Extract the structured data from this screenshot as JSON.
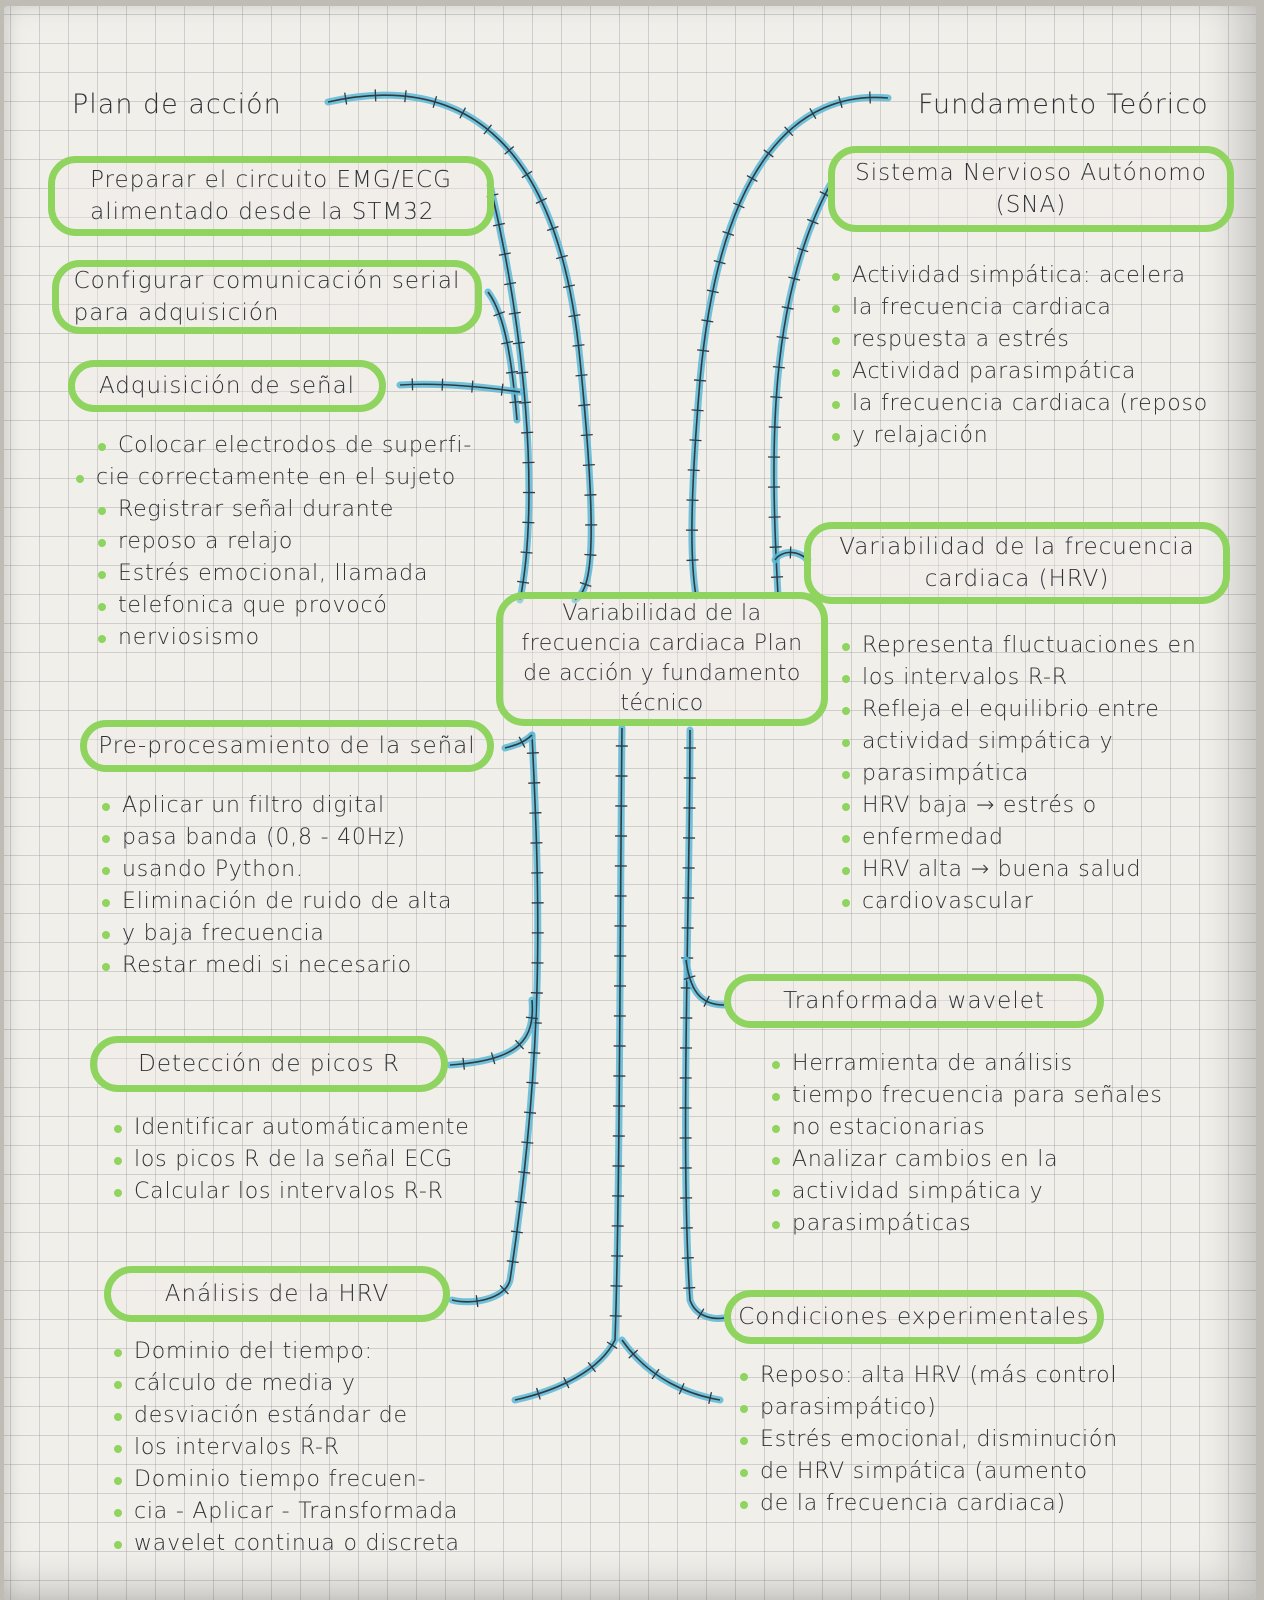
{
  "colors": {
    "node_outline": "#8fd45e",
    "branch_main": "#5bb8d6",
    "branch_ink": "#2f3a44",
    "ink": "#2f3136"
  },
  "center": {
    "lines": [
      "Variabilidad de la",
      "frecuencia cardiaca Plan",
      "de acción y fundamento",
      "técnico"
    ]
  },
  "left_heading": "Plan de acción",
  "right_heading": "Fundamento Teórico",
  "left": {
    "n1": {
      "lines": [
        "Preparar el circuito EMG/ECG",
        "alimentado desde la STM32"
      ]
    },
    "n2": {
      "lines": [
        "Configurar comunicación serial",
        "para adquisición"
      ]
    },
    "n3": {
      "lines": [
        "Adquisición de señal"
      ]
    },
    "n3_bullets": [
      {
        "lines": [
          "Colocar electrodos de superfi-",
          "cie correctamente en el sujeto"
        ]
      },
      {
        "lines": [
          "Registrar señal durante",
          "reposo a relajo"
        ]
      },
      {
        "lines": [
          "Estrés emocional, llamada",
          "telefonica que provocó",
          "nerviosismo"
        ]
      }
    ],
    "n4": {
      "lines": [
        "Pre-procesamiento de la señal"
      ]
    },
    "n4_bullets": [
      {
        "lines": [
          "Aplicar un filtro digital",
          "pasa banda (0,8 - 40Hz)",
          "usando Python."
        ]
      },
      {
        "lines": [
          "Eliminación de ruido de alta",
          "y baja frecuencia"
        ]
      },
      {
        "lines": [
          "Restar medi si necesario"
        ]
      }
    ],
    "n5": {
      "lines": [
        "Detección de picos R"
      ]
    },
    "n5_bullets": [
      {
        "lines": [
          "Identificar automáticamente",
          "los picos R de la señal ECG"
        ]
      },
      {
        "lines": [
          "Calcular los intervalos R-R"
        ]
      }
    ],
    "n6": {
      "lines": [
        "Análisis de la HRV"
      ]
    },
    "n6_bullets": [
      {
        "lines": [
          "Dominio del tiempo:",
          "cálculo de media y",
          "desviación estándar de",
          "los intervalos R-R"
        ]
      },
      {
        "lines": [
          "Dominio tiempo frecuen-",
          "cia - Aplicar - Transformada",
          "wavelet continua o discreta"
        ]
      }
    ]
  },
  "right": {
    "n1": {
      "lines": [
        "Sistema Nervioso Autónomo",
        "(SNA)"
      ]
    },
    "n1_bullets": [
      {
        "lines": [
          "Actividad simpática: acelera",
          "la frecuencia cardiaca",
          "respuesta a estrés"
        ]
      },
      {
        "lines": [
          "Actividad parasimpática",
          "la frecuencia cardiaca (reposo",
          "y relajación"
        ]
      }
    ],
    "n2": {
      "lines": [
        "Variabilidad de la frecuencia",
        "cardiaca (HRV)"
      ]
    },
    "n2_bullets": [
      {
        "lines": [
          "Representa fluctuaciones en",
          "los intervalos R-R"
        ]
      },
      {
        "lines": [
          "Refleja el equilibrio entre",
          "actividad simpática y",
          "parasimpática"
        ]
      },
      {
        "lines": [
          "HRV baja → estrés o",
          "enfermedad"
        ]
      },
      {
        "lines": [
          "HRV alta → buena salud",
          "cardiovascular"
        ]
      }
    ],
    "n3": {
      "lines": [
        "Tranformada wavelet"
      ]
    },
    "n3_bullets": [
      {
        "lines": [
          "Herramienta de análisis",
          "tiempo frecuencia para señales",
          "no estacionarias"
        ]
      },
      {
        "lines": [
          "Analizar cambios en la",
          "actividad simpática y",
          "parasimpáticas"
        ]
      }
    ],
    "n4": {
      "lines": [
        "Condiciones experimentales"
      ]
    },
    "n4_bullets": [
      {
        "lines": [
          "Reposo: alta HRV (más control",
          "parasimpático)"
        ]
      },
      {
        "lines": [
          "Estrés emocional, disminución",
          "de HRV simpática (aumento",
          "de la frecuencia cardiaca)"
        ]
      }
    ]
  }
}
